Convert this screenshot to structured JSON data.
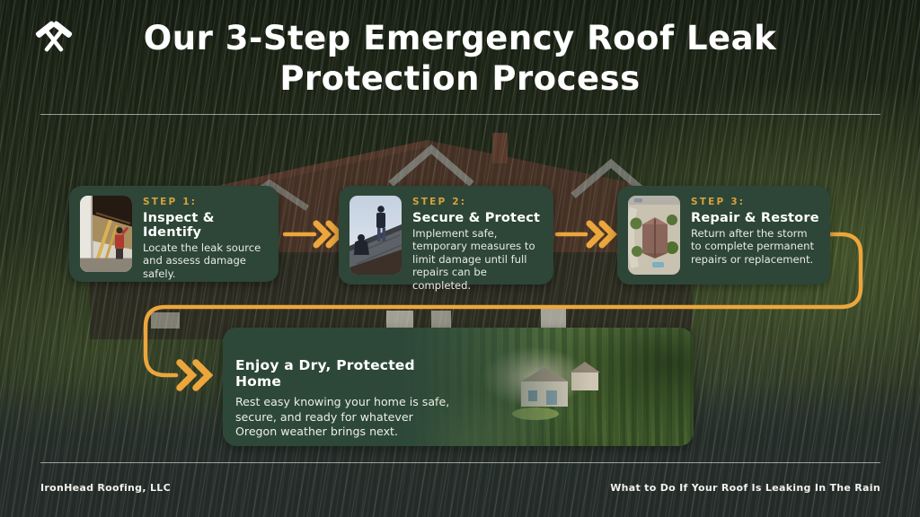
{
  "header": {
    "title_line1": "Our 3-Step Emergency Roof Leak",
    "title_line2": "Protection Process"
  },
  "steps": [
    {
      "label": "STEP 1:",
      "title": "Inspect & Identify",
      "description": "Locate the leak source and assess damage safely.",
      "image": "attic-inspection-photo"
    },
    {
      "label": "STEP 2:",
      "title": "Secure & Protect",
      "description": "Implement safe, temporary measures to limit damage until full repairs can be completed.",
      "image": "roof-workers-photo"
    },
    {
      "label": "STEP 3:",
      "title": "Repair & Restore",
      "description": "Return after the storm to complete permanent repairs or replacement.",
      "image": "aerial-house-photo"
    }
  ],
  "result": {
    "title": "Enjoy a Dry, Protected Home",
    "description": "Rest easy knowing your home is safe, secure, and ready for whatever Oregon weather brings next.",
    "image": "forest-home-photo"
  },
  "footer": {
    "left": "IronHead Roofing, LLC",
    "right": "What to Do If Your Roof Is Leaking In The Rain"
  },
  "icons": {
    "logo": "crossed-hammers-icon",
    "arrow": "double-chevron-right-icon"
  },
  "colors": {
    "accent_orange": "#ECA63C",
    "step_label_gold": "#D5A23C",
    "card_green": "#2D4637",
    "background_dark": "#1D2417",
    "text_white": "#FFFFFF"
  }
}
